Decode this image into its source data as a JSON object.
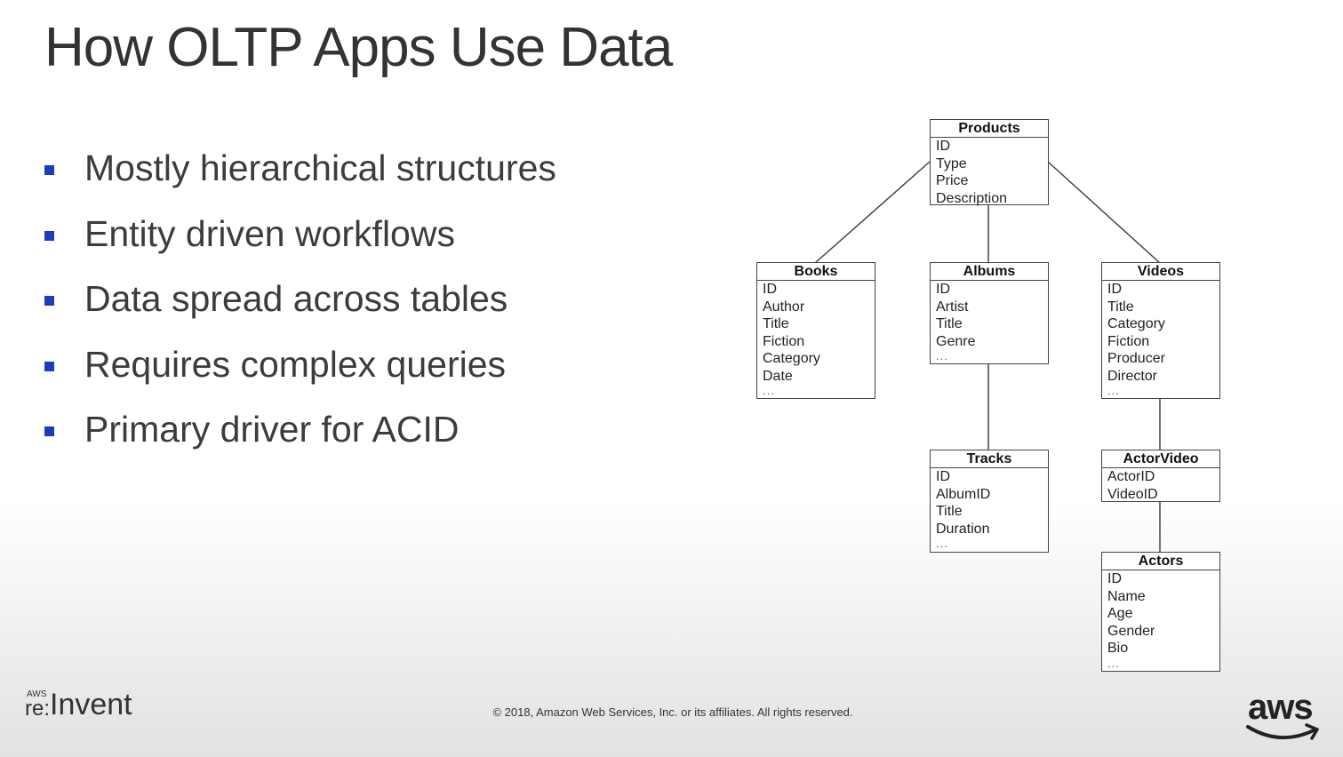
{
  "title": "How OLTP Apps Use Data",
  "bullets": [
    "Mostly hierarchical structures",
    "Entity driven workflows",
    "Data spread across tables",
    "Requires complex queries",
    "Primary driver for ACID"
  ],
  "entities": {
    "products": {
      "name": "Products",
      "fields": [
        "ID",
        "Type",
        "Price",
        "Description"
      ]
    },
    "books": {
      "name": "Books",
      "fields": [
        "ID",
        "Author",
        "Title",
        "Fiction",
        "Category",
        "Date",
        "..."
      ]
    },
    "albums": {
      "name": "Albums",
      "fields": [
        "ID",
        "Artist",
        "Title",
        "Genre",
        "..."
      ]
    },
    "videos": {
      "name": "Videos",
      "fields": [
        "ID",
        "Title",
        "Category",
        "Fiction",
        "Producer",
        "Director",
        "..."
      ]
    },
    "tracks": {
      "name": "Tracks",
      "fields": [
        "ID",
        "AlbumID",
        "Title",
        "Duration",
        "..."
      ]
    },
    "actorvideo": {
      "name": "ActorVideo",
      "fields": [
        "ActorID",
        "VideoID"
      ]
    },
    "actors": {
      "name": "Actors",
      "fields": [
        "ID",
        "Name",
        "Age",
        "Gender",
        "Bio",
        "..."
      ]
    }
  },
  "relations": [
    [
      "products",
      "books"
    ],
    [
      "products",
      "albums"
    ],
    [
      "products",
      "videos"
    ],
    [
      "albums",
      "tracks"
    ],
    [
      "videos",
      "actorvideo"
    ],
    [
      "actorvideo",
      "actors"
    ]
  ],
  "footer": {
    "reinvent_small": "AWS",
    "reinvent_re": "re:",
    "reinvent_invent": "Invent",
    "copyright": "© 2018, Amazon Web Services, Inc. or its affiliates. All rights reserved.",
    "aws_logo": "aws"
  },
  "colors": {
    "bullet": "#1e3bc0",
    "aws_smile": "#222222"
  }
}
